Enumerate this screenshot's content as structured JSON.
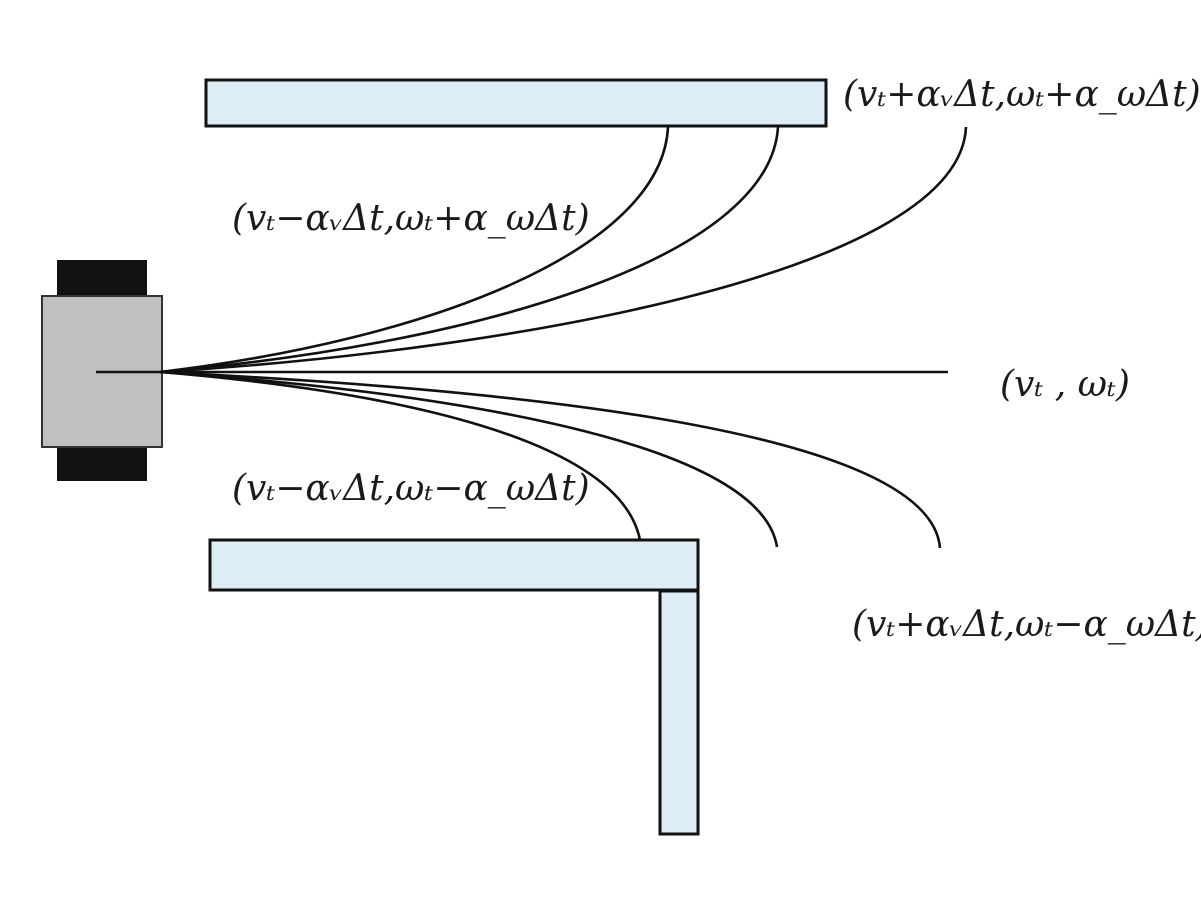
{
  "colors": {
    "obstacle_fill": "#dcedf5",
    "robot_body": "#c0c0c0",
    "robot_wheel": "#111111",
    "stroke": "#111111"
  },
  "labels": {
    "upper_right": "(vₜ+αᵥΔt,ωₜ+α_ωΔt)",
    "upper_left": "(vₜ−αᵥΔt,ωₜ+α_ωΔt)",
    "center": "(vₜ , ωₜ)",
    "lower_left": "(vₜ−αᵥΔt,ωₜ−α_ωΔt)",
    "lower_right": "(vₜ+αᵥΔt,ωₜ−α_ωΔt)"
  }
}
